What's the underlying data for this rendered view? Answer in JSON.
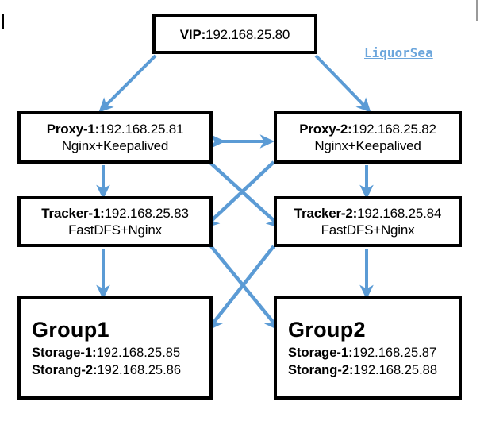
{
  "diagram": {
    "watermark": "LiquorSea",
    "accent_color": "#5B9BD5",
    "border_color": "#000000",
    "background_color": "#FFFFFF",
    "nodes": {
      "vip": {
        "label_bold": "VIP:",
        "label_value": "192.168.25.80"
      },
      "proxy1": {
        "label_bold": "Proxy-1:",
        "label_value": "192.168.25.81",
        "line2": "Nginx+Keepalived"
      },
      "proxy2": {
        "label_bold": "Proxy-2:",
        "label_value": "192.168.25.82",
        "line2": "Nginx+Keepalived"
      },
      "tracker1": {
        "label_bold": "Tracker-1:",
        "label_value": "192.168.25.83",
        "line2": "FastDFS+Nginx"
      },
      "tracker2": {
        "label_bold": "Tracker-2:",
        "label_value": "192.168.25.84",
        "line2": "FastDFS+Nginx"
      },
      "group1": {
        "title": "Group1",
        "storage1_bold": "Storage-1:",
        "storage1_value": "192.168.25.85",
        "storage2_bold": "Storang-2:",
        "storage2_value": "192.168.25.86"
      },
      "group2": {
        "title": "Group2",
        "storage1_bold": "Storage-1:",
        "storage1_value": "192.168.25.87",
        "storage2_bold": "Storang-2:",
        "storage2_value": "192.168.25.88"
      }
    },
    "connections": [
      {
        "from": "vip",
        "to": "proxy1",
        "type": "arrow-down-left"
      },
      {
        "from": "vip",
        "to": "proxy2",
        "type": "arrow-down-right"
      },
      {
        "from": "proxy1",
        "to": "proxy2",
        "type": "bidirectional-horizontal"
      },
      {
        "from": "proxy1",
        "to": "tracker1",
        "type": "arrow-down"
      },
      {
        "from": "proxy2",
        "to": "tracker2",
        "type": "arrow-down"
      },
      {
        "from": "proxy1",
        "to": "tracker2",
        "type": "arrow-diagonal"
      },
      {
        "from": "proxy2",
        "to": "tracker1",
        "type": "arrow-diagonal"
      },
      {
        "from": "tracker1",
        "to": "group1",
        "type": "arrow-down"
      },
      {
        "from": "tracker2",
        "to": "group2",
        "type": "arrow-down"
      },
      {
        "from": "tracker1",
        "to": "group2",
        "type": "arrow-diagonal"
      },
      {
        "from": "tracker2",
        "to": "group1",
        "type": "arrow-diagonal"
      }
    ]
  }
}
